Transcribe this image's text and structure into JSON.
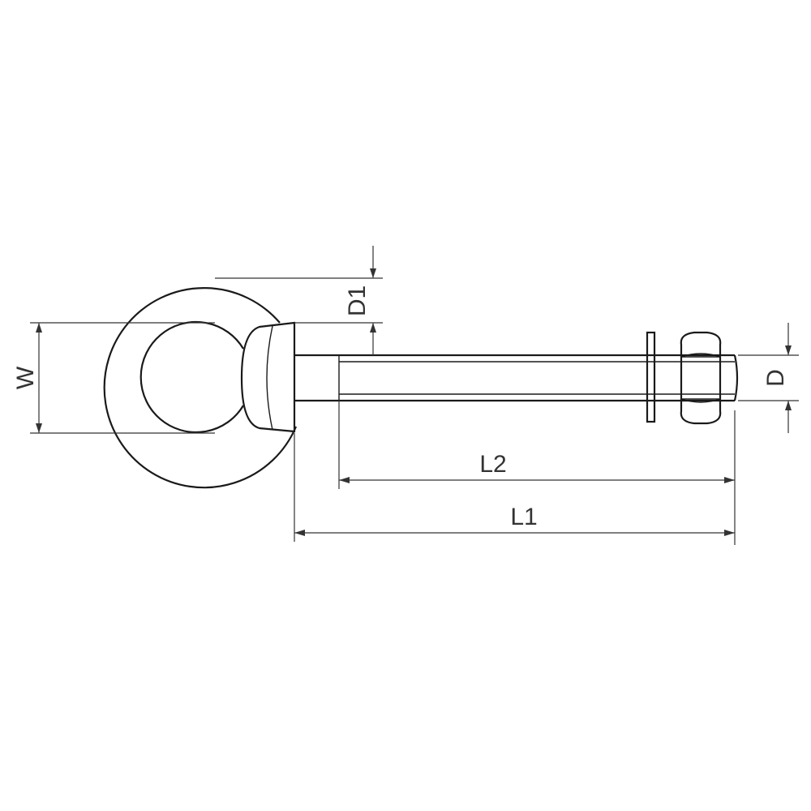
{
  "labels": {
    "d1": "D1",
    "w": "W",
    "d": "D",
    "l2": "L2",
    "l1": "L1"
  },
  "colors": {
    "line": "#1a1a1a",
    "dimension": "#333333",
    "background": "#ffffff"
  }
}
